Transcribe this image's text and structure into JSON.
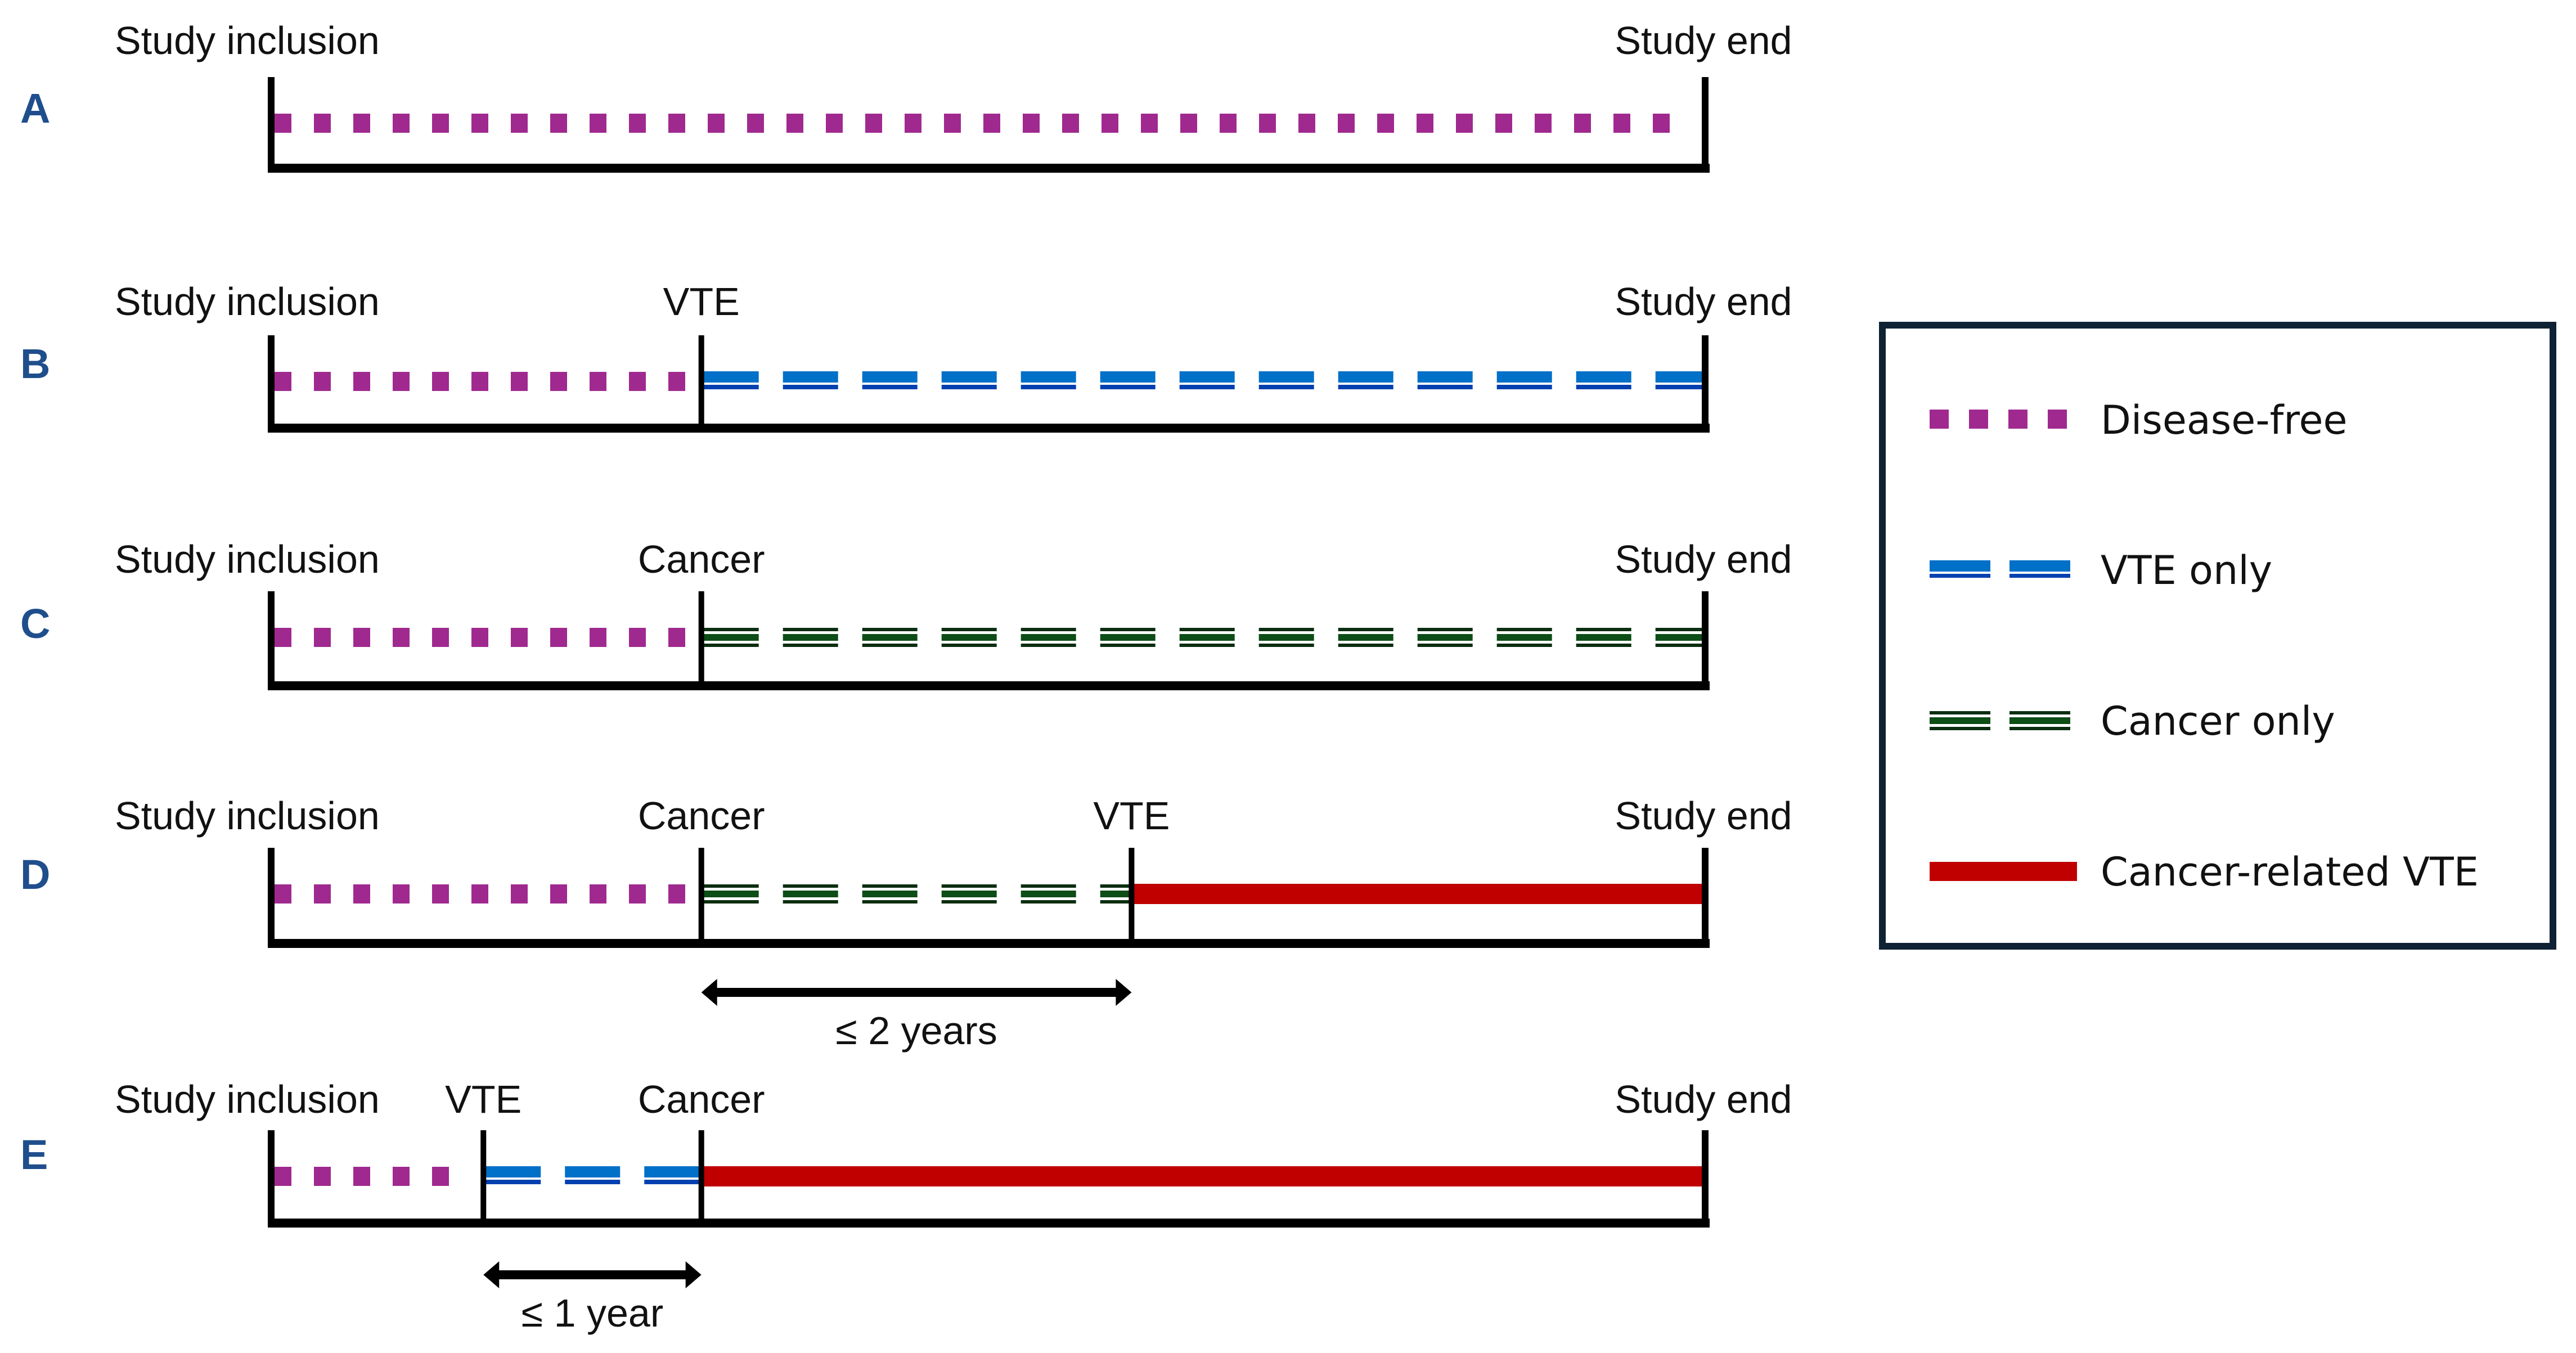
{
  "colors": {
    "disease_free": "#a0298f",
    "vte_only": "#0070c8",
    "vte_only_thin": "#0040b0",
    "cancer_only": "#0d4d16",
    "cancer_related_vte": "#c00000",
    "row_letter": "#1f4e8c",
    "legend_border": "#0e2233"
  },
  "rows": [
    {
      "letter": "A",
      "events": [
        {
          "label": "Study inclusion",
          "pos": 0
        },
        {
          "label": "Study end",
          "pos": 1
        }
      ],
      "segments": [
        {
          "state": "disease_free",
          "from": 0,
          "to": 1
        }
      ]
    },
    {
      "letter": "B",
      "events": [
        {
          "label": "Study inclusion",
          "pos": 0
        },
        {
          "label": "VTE",
          "pos": 0.3
        },
        {
          "label": "Study end",
          "pos": 1
        }
      ],
      "segments": [
        {
          "state": "disease_free",
          "from": 0,
          "to": 0.3
        },
        {
          "state": "vte_only",
          "from": 0.3,
          "to": 1
        }
      ]
    },
    {
      "letter": "C",
      "events": [
        {
          "label": "Study inclusion",
          "pos": 0
        },
        {
          "label": "Cancer",
          "pos": 0.3
        },
        {
          "label": "Study end",
          "pos": 1
        }
      ],
      "segments": [
        {
          "state": "disease_free",
          "from": 0,
          "to": 0.3
        },
        {
          "state": "cancer_only",
          "from": 0.3,
          "to": 1
        }
      ]
    },
    {
      "letter": "D",
      "events": [
        {
          "label": "Study inclusion",
          "pos": 0
        },
        {
          "label": "Cancer",
          "pos": 0.3
        },
        {
          "label": "VTE",
          "pos": 0.6
        },
        {
          "label": "Study end",
          "pos": 1
        }
      ],
      "segments": [
        {
          "state": "disease_free",
          "from": 0,
          "to": 0.3
        },
        {
          "state": "cancer_only",
          "from": 0.3,
          "to": 0.6
        },
        {
          "state": "cancer_related_vte",
          "from": 0.6,
          "to": 1
        }
      ],
      "interval": {
        "from": 0.3,
        "to": 0.6,
        "label": "≤ 2 years"
      }
    },
    {
      "letter": "E",
      "events": [
        {
          "label": "Study inclusion",
          "pos": 0
        },
        {
          "label": "VTE",
          "pos": 0.148
        },
        {
          "label": "Cancer",
          "pos": 0.3
        },
        {
          "label": "Study end",
          "pos": 1
        }
      ],
      "segments": [
        {
          "state": "disease_free",
          "from": 0,
          "to": 0.148
        },
        {
          "state": "vte_only",
          "from": 0.148,
          "to": 0.3
        },
        {
          "state": "cancer_related_vte",
          "from": 0.3,
          "to": 1
        }
      ],
      "interval": {
        "from": 0.148,
        "to": 0.3,
        "label": "≤ 1 year"
      }
    }
  ],
  "legend": {
    "items": [
      {
        "state": "disease_free",
        "label": "Disease-free"
      },
      {
        "state": "vte_only",
        "label": "VTE only"
      },
      {
        "state": "cancer_only",
        "label": "Cancer only"
      },
      {
        "state": "cancer_related_vte",
        "label": "Cancer-related VTE"
      }
    ]
  }
}
